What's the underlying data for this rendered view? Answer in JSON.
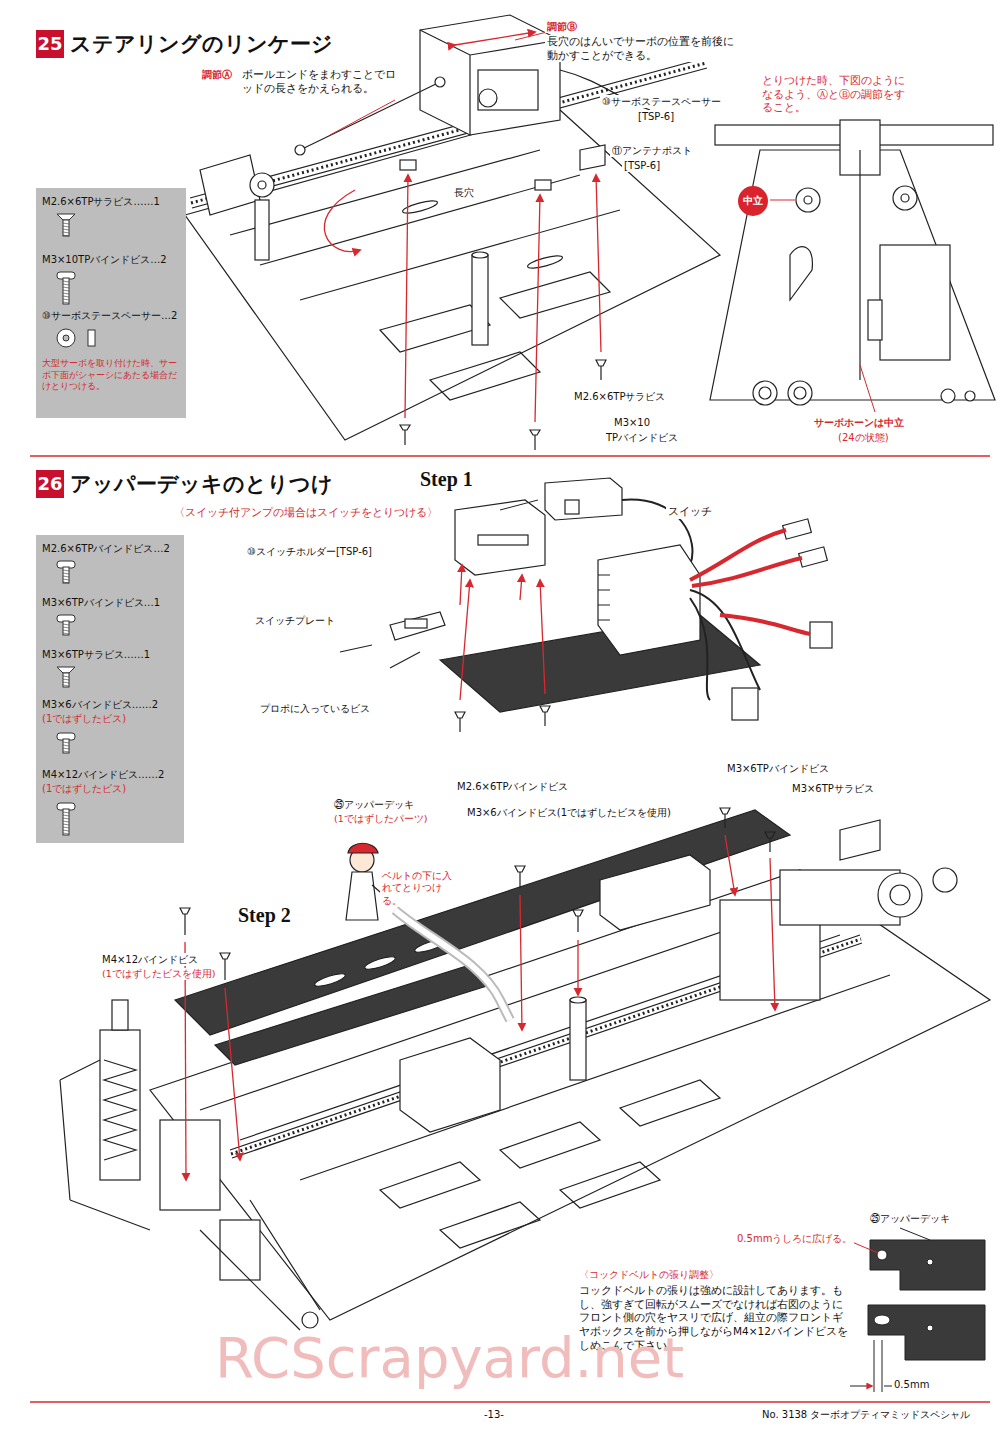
{
  "diagram": {
    "nodes": [
      {
        "text": [
          "25",
          "ステアリングのリンケージ"
        ]
      },
      {
        "text": [
          "M2.6×6TPサラビス……1",
          "M3×10TPバインドビス…2",
          "⑩サーボステースペーサー…2",
          "大型サーボを取り付けた時、サーボ下面がシャーシにあたる場合だけとりつける。"
        ]
      },
      {
        "text": [
          "26",
          "アッパーデッキのとりつけ"
        ]
      },
      {
        "text": [
          "M2.6×6TPバインドビス…2",
          "M3×6TPバインドビス…1",
          "M3×6TPサラビス……1",
          "M3×6バインドビス……2",
          "(1ではずしたビス)",
          "M4×12バインドビス……2",
          "(1ではずしたビス)"
        ]
      },
      {
        "text": [
          "中立"
        ]
      }
    ],
    "labels": [
      "調節Ⓐ",
      "ボールエンドをまわすことでロッドの長さをかえられる。",
      "調節Ⓑ",
      "長穴のはんいでサーボの位置を前後に動かすことができる。",
      "⑩サーボステースペーサー",
      "[TSP-6]",
      "⑪アンテナポスト",
      "[TSP-6]",
      "長穴",
      "M2.6×6TPサラビス",
      "M3×10",
      "TPバインドビス",
      "とりつけた時、下図のようになるよう、ⒶとⒷの調節をすること。",
      "サーボホーンは中立",
      "(24の状態)",
      "Step 1",
      "〈スイッチ付アンプの場合はスイッチをとりつける〉",
      "スイッチ",
      "⑩スイッチホルダー[TSP-6]",
      "スイッチプレート",
      "プロポに入っているビス",
      "M2.6×6TPバインドビス",
      "M3×6TPバインドビス",
      "M3×6TPサラビス",
      "㉕アッパーデッキ",
      "(1ではずしたパーツ)",
      "M3×6バインドビス(1ではずしたビスを使用)",
      "ベルトの下に入れてとりつける。",
      "Step 2",
      "M4×12バインドビス",
      "(1ではずしたビスを使用)",
      "㉕アッパーデッキ",
      "0.5mmうしろに広げる。",
      "0.5mm",
      "〈コックドベルトの張り調整〉",
      "コックドベルトの張りは強めに設計してあります。もし、強すぎて回転がスムーズでなければ右図のようにフロント側の穴をヤスリで広げ、組立の際フロントギヤボックスを前から押しながらM4×12バインドビスをしめこんで下さい。",
      "-13-",
      "No. 3138 ターボオプティマミッドスペシャル",
      "RCScrapyard.net"
    ]
  }
}
